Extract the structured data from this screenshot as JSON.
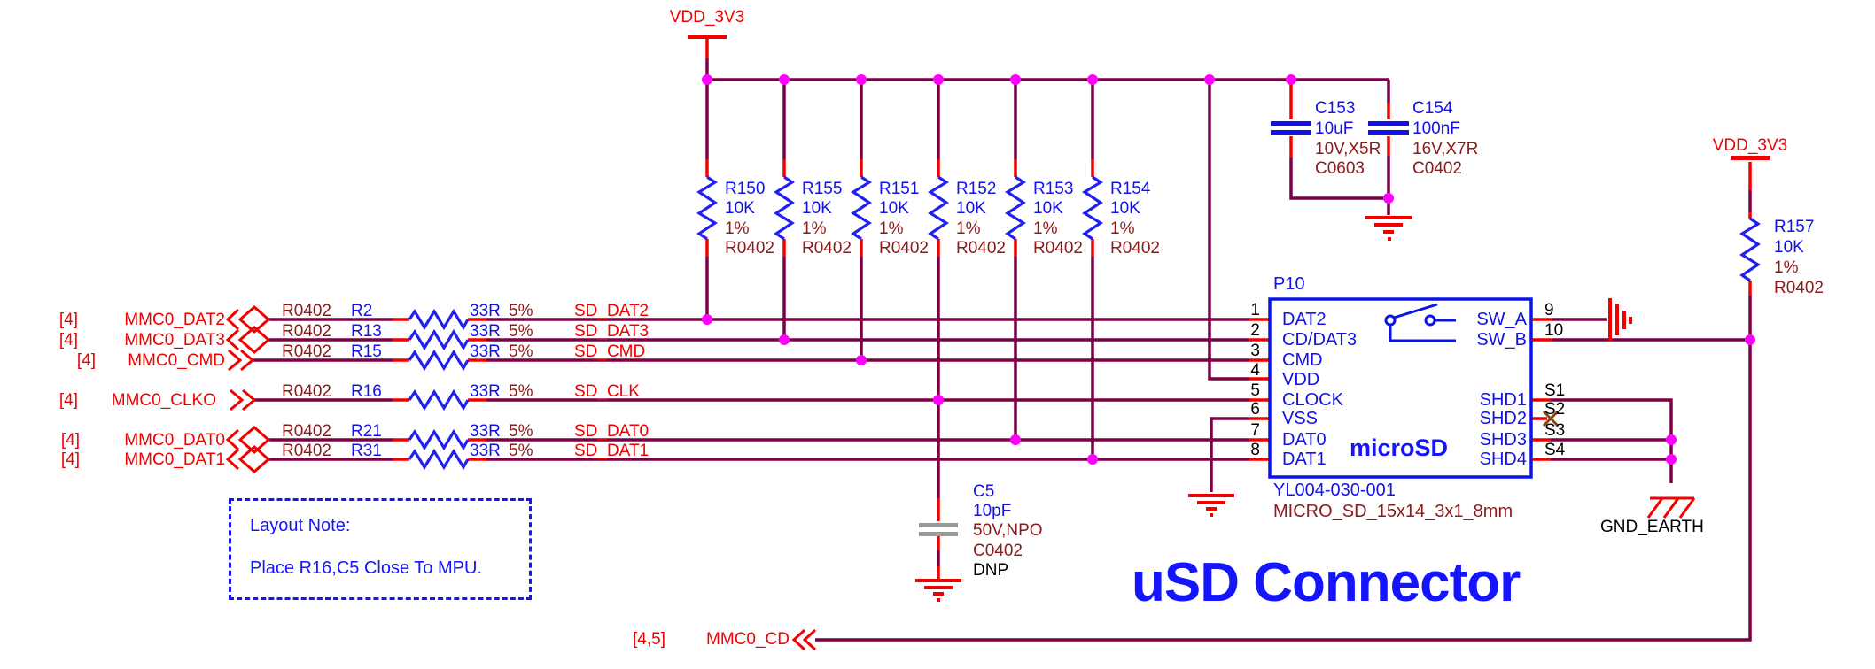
{
  "title": "uSD Connector",
  "colors": {
    "wire": "#7b0046",
    "stub_red": "#f20000",
    "component_blue": "#1212e8",
    "attribute_dark_red": "#8b1a1a",
    "junction_magenta": "#ff00ff",
    "title_blue": "#1414ff",
    "dnp_grey": "#999999",
    "no_connect_x": "#8b4513"
  },
  "power": {
    "left": "VDD_3V3",
    "right": "VDD_3V3"
  },
  "pullups": [
    {
      "ref": "R150",
      "value": "10K",
      "tolerance": "1%",
      "footprint": "R0402"
    },
    {
      "ref": "R155",
      "value": "10K",
      "tolerance": "1%",
      "footprint": "R0402"
    },
    {
      "ref": "R151",
      "value": "10K",
      "tolerance": "1%",
      "footprint": "R0402"
    },
    {
      "ref": "R152",
      "value": "10K",
      "tolerance": "1%",
      "footprint": "R0402"
    },
    {
      "ref": "R153",
      "value": "10K",
      "tolerance": "1%",
      "footprint": "R0402"
    },
    {
      "ref": "R154",
      "value": "10K",
      "tolerance": "1%",
      "footprint": "R0402"
    }
  ],
  "series_rows": [
    {
      "sheet": "[4]",
      "signal": "MMC0_DAT2",
      "footprint": "R0402",
      "ref": "R2",
      "value": "33R",
      "tolerance": "5%",
      "net": "SD_DAT2"
    },
    {
      "sheet": "[4]",
      "signal": "MMC0_DAT3",
      "footprint": "R0402",
      "ref": "R13",
      "value": "33R",
      "tolerance": "5%",
      "net": "SD_DAT3"
    },
    {
      "sheet": "[4]",
      "signal": "MMC0_CMD",
      "footprint": "R0402",
      "ref": "R15",
      "value": "33R",
      "tolerance": "5%",
      "net": "SD_CMD"
    },
    {
      "sheet": "[4]",
      "signal": "MMC0_CLKO",
      "footprint": "R0402",
      "ref": "R16",
      "value": "33R",
      "tolerance": "5%",
      "net": "SD_CLK"
    },
    {
      "sheet": "[4]",
      "signal": "MMC0_DAT0",
      "footprint": "R0402",
      "ref": "R21",
      "value": "33R",
      "tolerance": "5%",
      "net": "SD_DAT0"
    },
    {
      "sheet": "[4]",
      "signal": "MMC0_DAT1",
      "footprint": "R0402",
      "ref": "R31",
      "value": "33R",
      "tolerance": "5%",
      "net": "SD_DAT1"
    }
  ],
  "caps": {
    "c153": {
      "ref": "C153",
      "value": "10uF",
      "rating": "10V,X5R",
      "footprint": "C0603"
    },
    "c154": {
      "ref": "C154",
      "value": "100nF",
      "rating": "16V,X7R",
      "footprint": "C0402"
    },
    "c5": {
      "ref": "C5",
      "value": "10pF",
      "rating": "50V,NPO",
      "footprint": "C0402",
      "stuffing": "DNP"
    }
  },
  "r157": {
    "ref": "R157",
    "value": "10K",
    "tolerance": "1%",
    "footprint": "R0402"
  },
  "connector": {
    "ref": "P10",
    "left_pins": [
      {
        "num": "1",
        "name": "DAT2"
      },
      {
        "num": "2",
        "name": "CD/DAT3"
      },
      {
        "num": "3",
        "name": "CMD"
      },
      {
        "num": "4",
        "name": "VDD"
      },
      {
        "num": "5",
        "name": "CLOCK"
      },
      {
        "num": "6",
        "name": "VSS"
      },
      {
        "num": "7",
        "name": "DAT0"
      },
      {
        "num": "8",
        "name": "DAT1"
      }
    ],
    "right_pins": [
      {
        "num": "9",
        "name": "SW_A"
      },
      {
        "num": "10",
        "name": "SW_B"
      },
      {
        "num": "S1",
        "name": "SHD1"
      },
      {
        "num": "S2",
        "name": "SHD2"
      },
      {
        "num": "S3",
        "name": "SHD3"
      },
      {
        "num": "S4",
        "name": "SHD4"
      }
    ],
    "device_label": "microSD",
    "part_number": "YL004-030-001",
    "footprint": "MICRO_SD_15x14_3x1_8mm"
  },
  "cd_row": {
    "sheet": "[4,5]",
    "signal": "MMC0_CD"
  },
  "gnd_earth_label": "GND_EARTH",
  "layout_note": {
    "heading": "Layout Note:",
    "body": "Place R16,C5 Close To MPU."
  }
}
